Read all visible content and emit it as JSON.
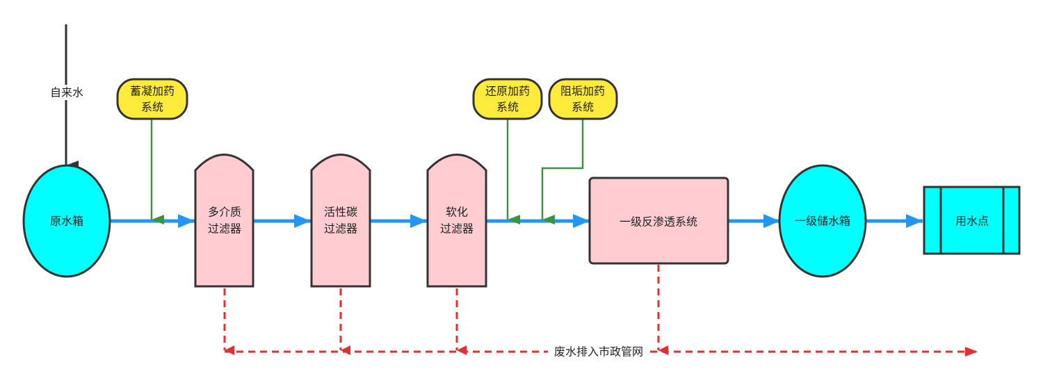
{
  "colors": {
    "main_flow": "#2196f3",
    "dosing_flow": "#3a9440",
    "waste_flow": "#e03030",
    "tank_fill": "#00ffff",
    "filter_fill": "#ffccd2",
    "dosing_fill": "#ffeb3b",
    "stroke": "#333333"
  },
  "inlet": {
    "label": "自来水"
  },
  "raw_tank": {
    "label": "原水箱"
  },
  "filters": [
    {
      "line1": "多介质",
      "line2": "过滤器"
    },
    {
      "line1": "活性碳",
      "line2": "过滤器"
    },
    {
      "line1": "软化",
      "line2": "过滤器"
    }
  ],
  "dosing": [
    {
      "line1": "蓄凝加药",
      "line2": "系统"
    },
    {
      "line1": "还原加药",
      "line2": "系统"
    },
    {
      "line1": "阻垢加药",
      "line2": "系统"
    }
  ],
  "ro_system": {
    "label": "一级反渗透系统"
  },
  "storage_tank": {
    "label": "一级储水箱"
  },
  "use_point": {
    "label": "用水点"
  },
  "waste": {
    "label": "废水排入市政管网"
  }
}
